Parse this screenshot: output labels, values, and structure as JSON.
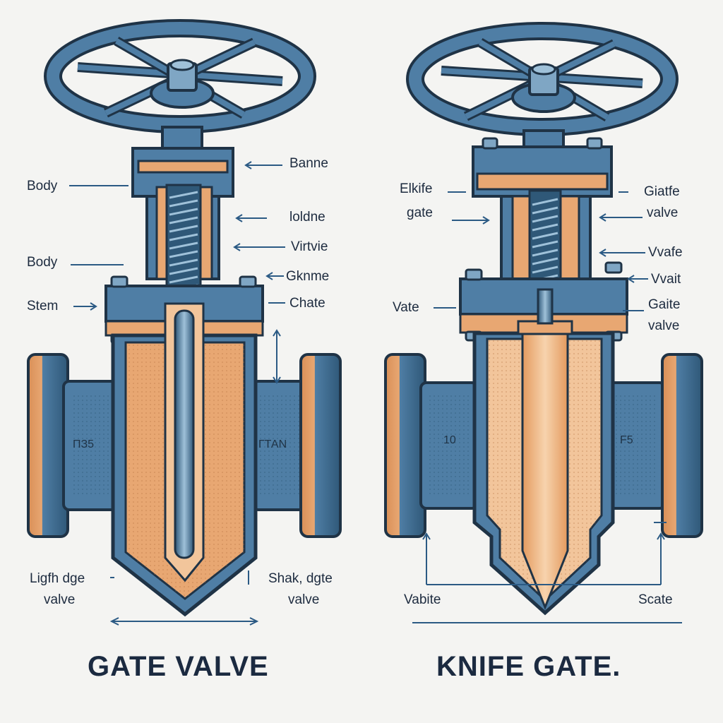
{
  "colors": {
    "steel": "#4f7ea5",
    "steel_dark": "#2f5878",
    "steel_light": "#7fa6c4",
    "outline": "#1f3346",
    "copper": "#e8a772",
    "copper_light": "#f2c59b",
    "line": "#2b5a84",
    "background": "#f4f4f2"
  },
  "left_valve": {
    "title": "GATE VALVE",
    "labels": {
      "body_top": "Body",
      "body_mid": "Body",
      "stem": "Stem",
      "banne": "Banne",
      "loldne": "loldne",
      "virtvie": "Virtvie",
      "gknme": "Gknme",
      "chate": "Chate",
      "light_edge_l1": "Ligfh dge",
      "light_edge_l2": "valve",
      "shak_gate_l1": "Shak, dgte",
      "shak_gate_l2": "valve"
    },
    "pipe_text_left": "ПЗ5",
    "pipe_text_right": "ГТАN"
  },
  "right_valve": {
    "title": "KNIFE GATE.",
    "labels": {
      "elkife_l1": "Elkife",
      "elkife_l2": "gate",
      "giatfe_l1": "Giatfe",
      "giatfe_l2": "valve",
      "vvafe": "Vvafe",
      "vvait": "Vvait",
      "vate": "Vate",
      "gaite_l1": "Gaite",
      "gaite_l2": "valve",
      "vabite": "Vabite",
      "scate": "Scate"
    },
    "pipe_text_left": "10",
    "pipe_text_right": "F5"
  }
}
